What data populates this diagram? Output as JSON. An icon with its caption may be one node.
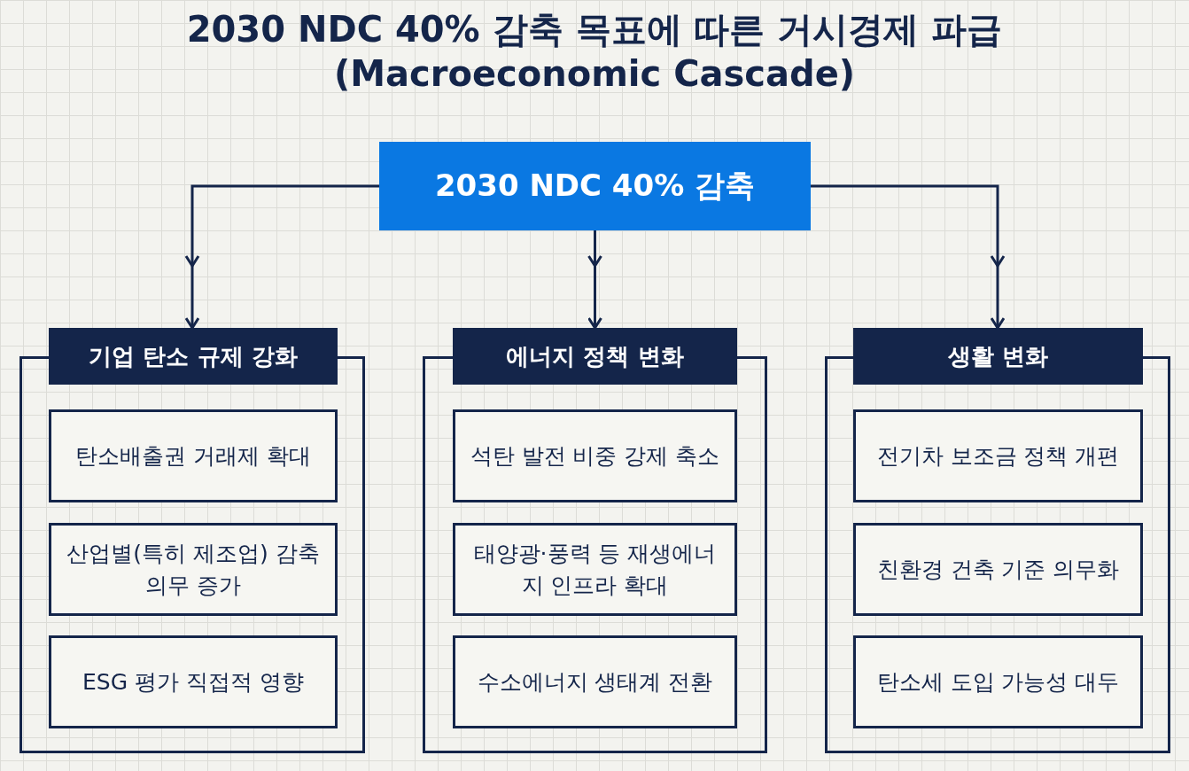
{
  "diagram": {
    "title": "2030 NDC 40% 감축 목표에 따른 거시경제 파급 (Macroeconomic Cascade)",
    "nodes": [
      {
        "text": [
          "2030 NDC 40% 감축"
        ]
      },
      {
        "text": [
          "기업 탄소 규제 강화"
        ]
      },
      {
        "text": [
          "탄소배출권 거래제 확대"
        ],
        "in": 1
      },
      {
        "text": [
          "산업별(특히 제조업) 감축 의무 증가"
        ],
        "in": 1
      },
      {
        "text": [
          "ESG 평가 직접적 영향"
        ],
        "in": 1
      },
      {
        "text": [
          "에너지 정책 변화"
        ]
      },
      {
        "text": [
          "석탄 발전 비중 강제 축소"
        ],
        "in": 5
      },
      {
        "text": [
          "태양광·풍력 등 재생에너지 인프라 확대"
        ],
        "in": 5
      },
      {
        "text": [
          "수소에너지 생태계 전환"
        ],
        "in": 5
      },
      {
        "text": [
          "생활 변화"
        ]
      },
      {
        "text": [
          "전기차 보조금 정책 개편"
        ],
        "in": 9
      },
      {
        "text": [
          "친환경 건축 기준 의무화"
        ],
        "in": 9
      },
      {
        "text": [
          "탄소세 도입 가능성 대두"
        ],
        "in": 9
      }
    ],
    "edges": [
      {
        "from": 0,
        "to": 1,
        "arrow": "to"
      },
      {
        "from": 0,
        "to": 5,
        "arrow": "to"
      },
      {
        "from": 0,
        "to": 9,
        "arrow": "to"
      }
    ]
  }
}
